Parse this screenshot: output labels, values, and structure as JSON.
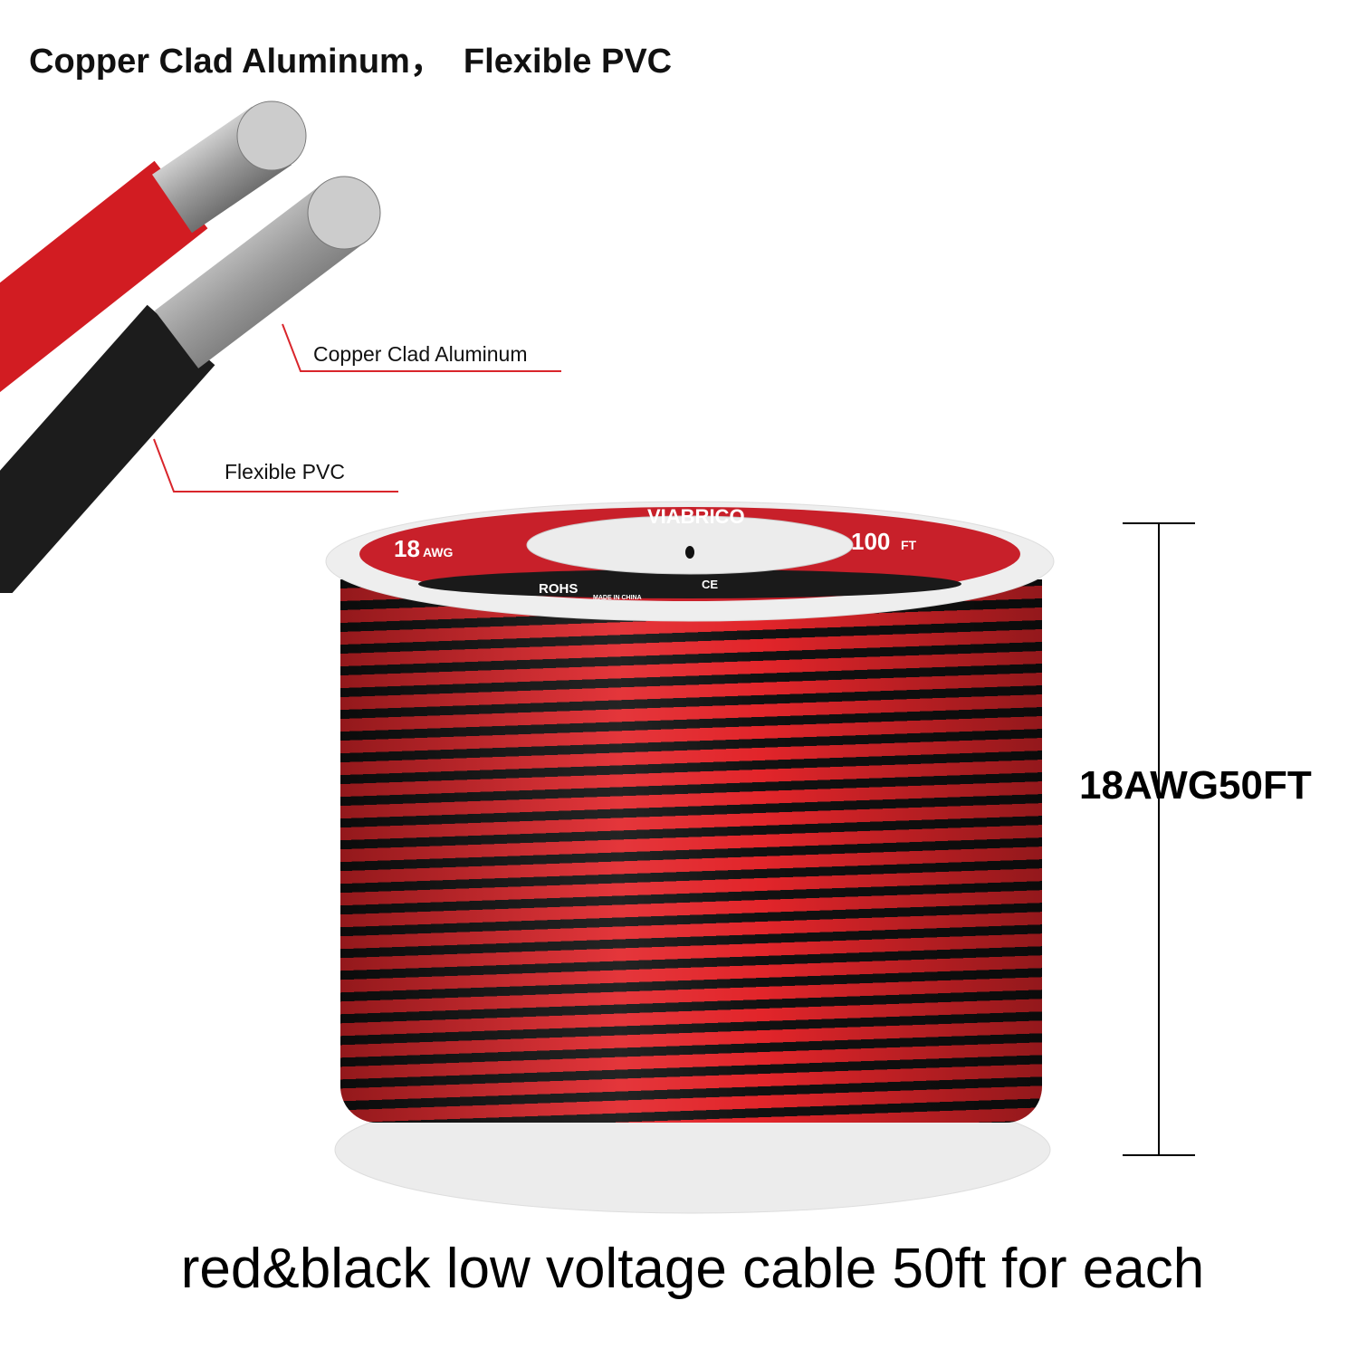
{
  "headline": "Copper Clad Aluminum，  Flexible PVC",
  "callouts": {
    "conductor": "Copper Clad Aluminum",
    "insulation": "Flexible PVC"
  },
  "dimension_label": "18AWG50FT",
  "caption": "red&black low voltage cable 50ft for each",
  "spool_label": {
    "brand": "VIABRICO",
    "gauge": "18",
    "gauge_unit": "AWG",
    "length": "100",
    "length_unit": "FT",
    "rohs": "ROHS",
    "ce": "CE",
    "origin": "MADE IN CHINA"
  },
  "colors": {
    "red": "#e2252a",
    "black": "#111111",
    "callout_line": "#d9252b"
  }
}
